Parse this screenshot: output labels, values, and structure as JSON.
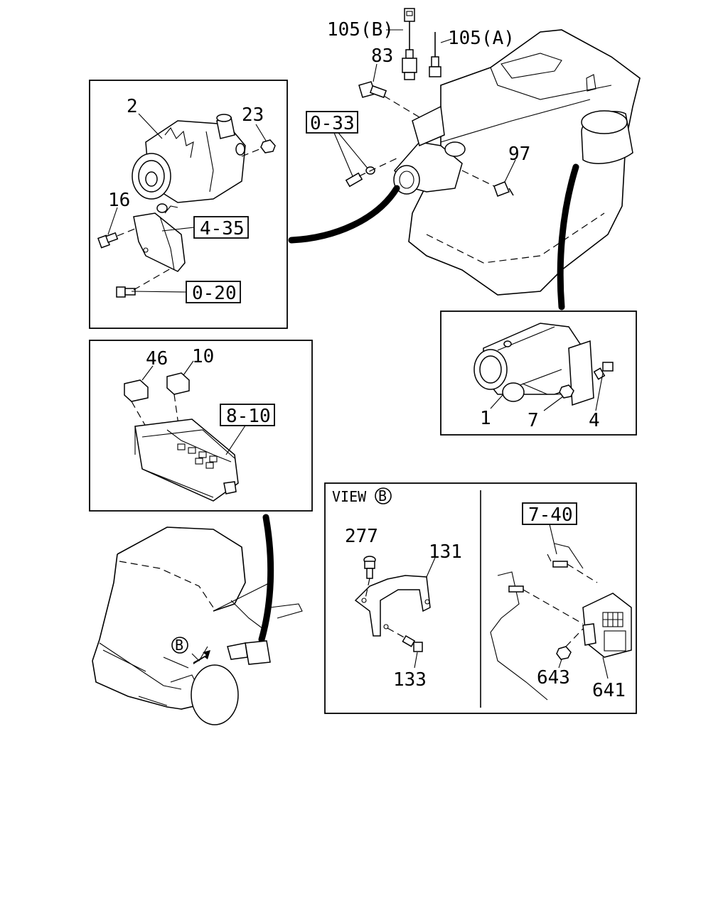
{
  "labels": {
    "p105b": "105(B)",
    "p105a": "105(A)",
    "p83": "83",
    "p97": "97",
    "p2": "2",
    "p23": "23",
    "p16": "16",
    "p46": "46",
    "p10": "10",
    "p1": "1",
    "p7": "7",
    "p4": "4",
    "p277": "277",
    "p131": "131",
    "p133": "133",
    "p643": "643",
    "p641": "641"
  },
  "refs": {
    "r033": "0-33",
    "r435": "4-35",
    "r020": "0-20",
    "r810": "8-10",
    "r740": "7-40"
  },
  "view": {
    "title": "VIEW",
    "marker": "B"
  },
  "truck_marker": "B"
}
